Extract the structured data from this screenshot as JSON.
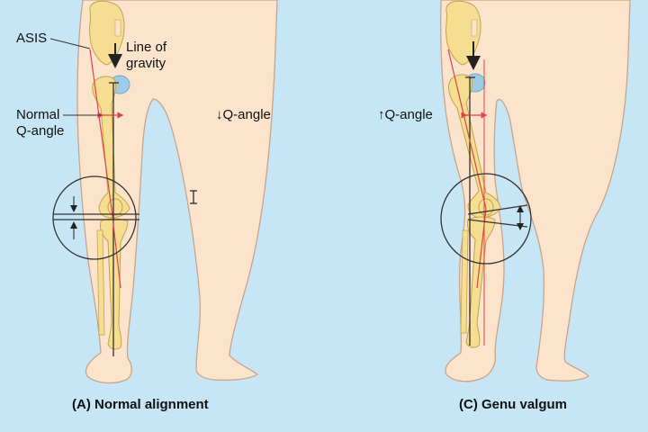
{
  "colors": {
    "background": "#c7e6f5",
    "skin": "#fbe3cc",
    "skin_outline": "#c9a487",
    "bone": "#f5dd91",
    "bone_outline": "#c4a24d",
    "gravity_line": "#222222",
    "q_angle_line": "#e0444e",
    "cartilage": "#9ecbe6"
  },
  "labels": {
    "asis": "ASIS",
    "gravity_line1": "Line of",
    "gravity_line2": "gravity",
    "normal_q1": "Normal",
    "normal_q2": "Q-angle",
    "decreased_q": "↓Q-angle",
    "increased_q": "↑Q-angle"
  },
  "captions": {
    "left": "(A) Normal alignment",
    "right": "(C) Genu valgum"
  }
}
